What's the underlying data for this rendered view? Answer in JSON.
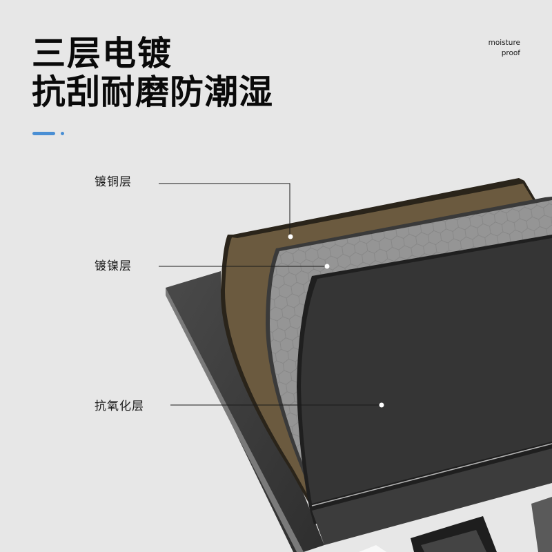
{
  "header": {
    "title_line1": "三层电镀",
    "title_line2": "抗刮耐磨防潮湿",
    "tagline_line1": "moisture",
    "tagline_line2": "proof",
    "accent_color": "#4a8fd4"
  },
  "layers": [
    {
      "label": "镀铜层",
      "color": "#6b5a3f"
    },
    {
      "label": "镀镍层",
      "color": "#8e8e8e"
    },
    {
      "label": "抗氧化层",
      "color": "#353535"
    }
  ]
}
